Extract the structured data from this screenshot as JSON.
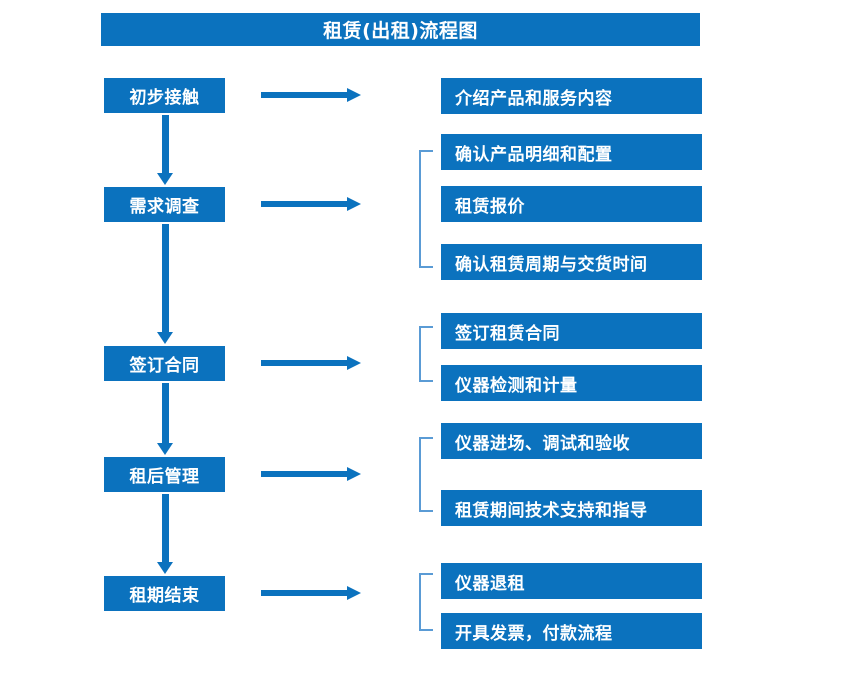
{
  "title": {
    "text": "租赁(出租)流程图"
  },
  "colors": {
    "box_blue": "#0B72BE",
    "bracket_blue": "#5A9BD5",
    "text_white": "#FFFFFF",
    "background": "#FFFFFF"
  },
  "stages": [
    {
      "label": "初步接触"
    },
    {
      "label": "需求调查"
    },
    {
      "label": "签订合同"
    },
    {
      "label": "租后管理"
    },
    {
      "label": "租期结束"
    }
  ],
  "details": [
    {
      "label": "介绍产品和服务内容"
    },
    {
      "label": "确认产品明细和配置"
    },
    {
      "label": "租赁报价"
    },
    {
      "label": "确认租赁周期与交货时间"
    },
    {
      "label": "签订租赁合同"
    },
    {
      "label": "仪器检测和计量"
    },
    {
      "label": "仪器进场、调试和验收"
    },
    {
      "label": "租赁期间技术支持和指导"
    },
    {
      "label": "仪器退租"
    },
    {
      "label": "开具发票，付款流程"
    }
  ],
  "groups": [
    {
      "stage": "需求调查",
      "detail_labels": [
        "确认产品明细和配置",
        "租赁报价",
        "确认租赁周期与交货时间"
      ]
    },
    {
      "stage": "签订合同",
      "detail_labels": [
        "签订租赁合同",
        "仪器检测和计量"
      ]
    },
    {
      "stage": "租后管理",
      "detail_labels": [
        "仪器进场、调试和验收",
        "租赁期间技术支持和指导"
      ]
    },
    {
      "stage": "租期结束",
      "detail_labels": [
        "仪器退租",
        "开具发票，付款流程"
      ]
    }
  ],
  "connectors": {
    "vertical_arrows": 4,
    "horizontal_arrows": 5,
    "brackets": 4
  }
}
